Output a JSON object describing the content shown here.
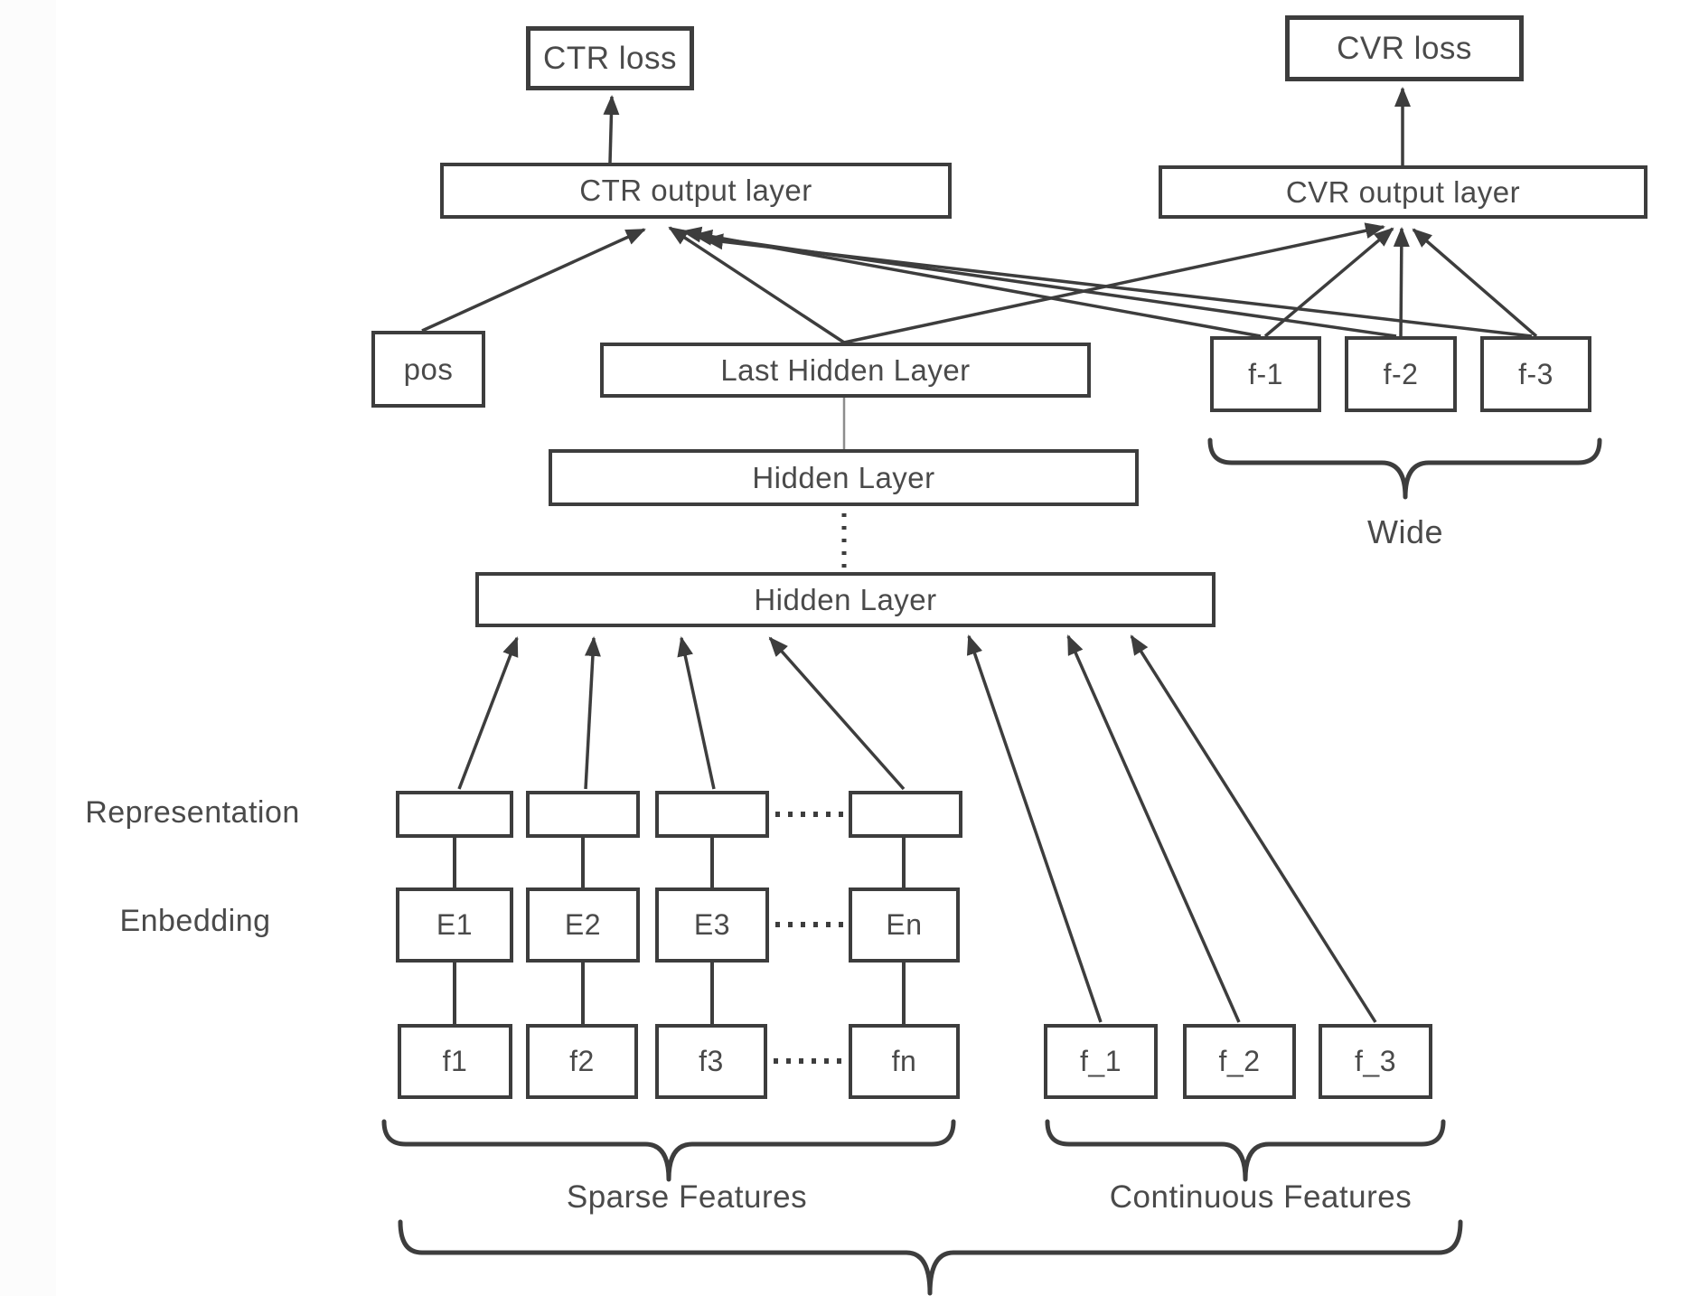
{
  "colors": {
    "stroke": "#3d3d3d",
    "text": "#4a4a4a",
    "background": "#ffffff"
  },
  "nodes": {
    "ctr_loss": "CTR loss",
    "cvr_loss": "CVR loss",
    "ctr_output": "CTR output layer",
    "cvr_output": "CVR output layer",
    "pos": "pos",
    "last_hidden_layer": "Last Hidden Layer",
    "hidden_layer_1": "Hidden Layer",
    "hidden_layer_2": "Hidden Layer",
    "wide_features": [
      "f-1",
      "f-2",
      "f-3"
    ],
    "embeddings": [
      "E1",
      "E2",
      "E3",
      "En"
    ],
    "sparse_inputs": [
      "f1",
      "f2",
      "f3",
      "fn"
    ],
    "continuous_inputs": [
      "f_1",
      "f_2",
      "f_3"
    ]
  },
  "labels": {
    "representation": "Representation",
    "embedding": "Enbedding",
    "wide": "Wide",
    "sparse_features": "Sparse Features",
    "continuous_features": "Continuous Features"
  }
}
